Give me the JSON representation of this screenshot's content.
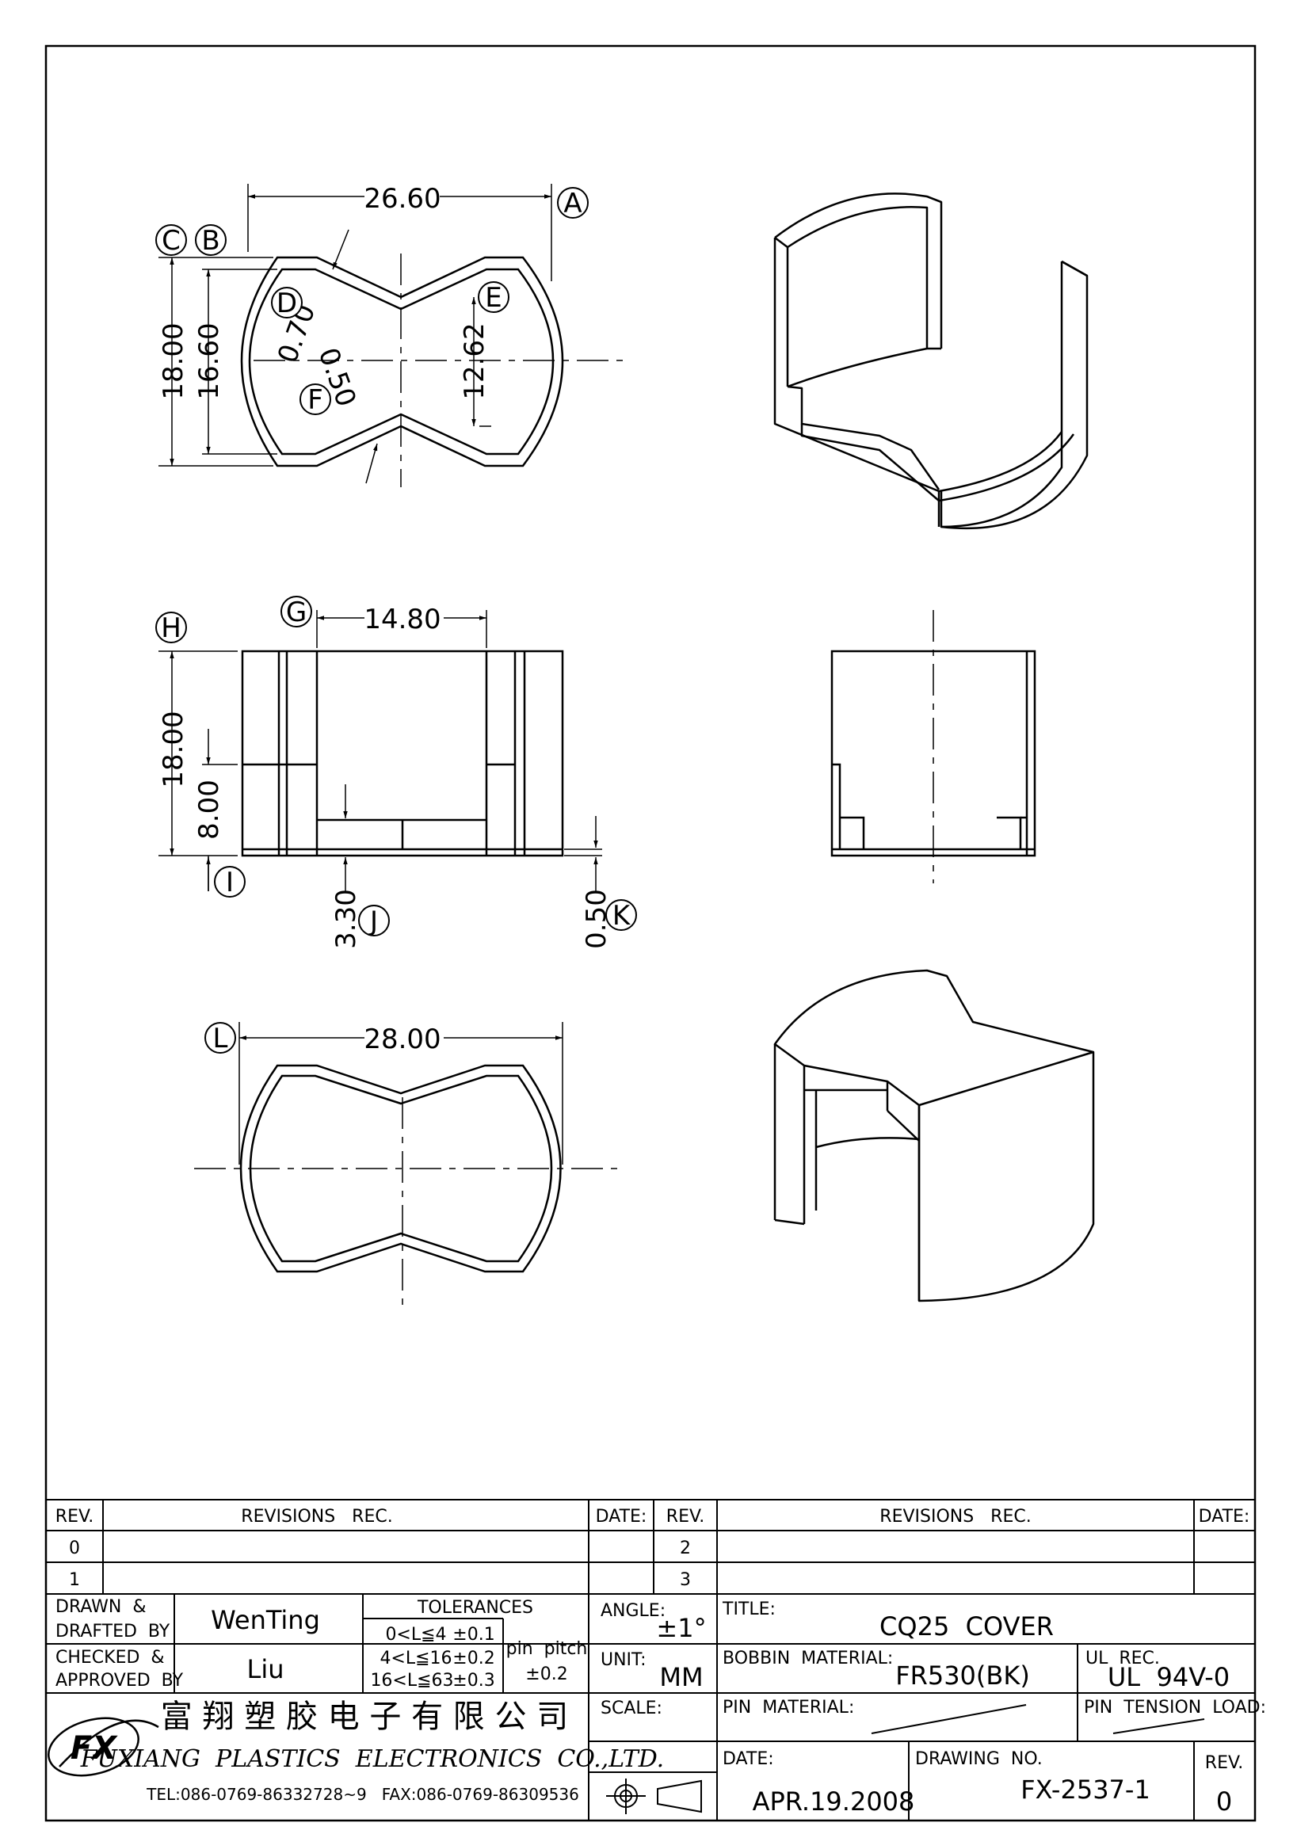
{
  "views": {
    "top": {
      "dims": {
        "width": "26.60",
        "outer_h": "18.00",
        "inner_h": "16.60",
        "waist": "12.62",
        "wall_d": "0.70",
        "wall_f": "0.50"
      },
      "labels": {
        "a": "A",
        "b": "B",
        "c": "C",
        "d": "D",
        "e": "E",
        "f": "F"
      }
    },
    "front": {
      "dims": {
        "gap": "14.80",
        "height": "18.00",
        "mid": "8.00",
        "floor": "3.30",
        "base": "0.50"
      },
      "labels": {
        "g": "G",
        "h": "H",
        "i": "I",
        "j": "J",
        "k": "K"
      }
    },
    "bottom": {
      "dims": {
        "width": "28.00"
      },
      "labels": {
        "l": "L"
      }
    }
  },
  "revisions": {
    "headers": {
      "rev": "REV.",
      "rec": "REVISIONS   REC.",
      "date": "DATE:"
    },
    "left_revs": [
      "0",
      "1"
    ],
    "right_revs": [
      "2",
      "3"
    ]
  },
  "title_block": {
    "drawn_label": [
      "DRAWN  &",
      "DRAFTED  BY"
    ],
    "drawn_value": "WenTing",
    "checked_label": [
      "CHECKED  &",
      "APPROVED  BY"
    ],
    "checked_value": "Liu",
    "tolerances_title": "TOLERANCES",
    "tolerance_rows": [
      {
        "range": "0<L≦4",
        "tol": "±0.1"
      },
      {
        "range": "4<L≦16",
        "tol": "±0.2"
      },
      {
        "range": "16<L≦63",
        "tol": "±0.3"
      }
    ],
    "pin_pitch_label": "pin  pitch",
    "pin_pitch_value": "±0.2",
    "angle_label": "ANGLE:",
    "angle_value": "±1°",
    "unit_label": "UNIT:",
    "unit_value": "MM",
    "scale_label": "SCALE:",
    "title_label": "TITLE:",
    "title_value": "CQ25  COVER",
    "bobbin_material_label": "BOBBIN  MATERIAL:",
    "bobbin_material_value": "FR530(BK)",
    "ul_label": "UL  REC.",
    "ul_value": "UL  94V-0",
    "pin_material_label": "PIN  MATERIAL:",
    "pin_tension_label": "PIN  TENSION  LOAD:",
    "date_label": "DATE:",
    "date_value": "APR.19.2008",
    "drawing_no_label": "DRAWING  NO.",
    "drawing_no_value": "FX-2537-1",
    "rev_label": "REV.",
    "rev_value": "0",
    "company_cn": "富 翔 塑 胶 电 子 有 限 公 司",
    "company_en": "FUXIANG  PLASTICS  ELECTRONICS  CO.,LTD.",
    "contact": "TEL:086-0769-86332728~9   FAX:086-0769-86309536",
    "logo_text": "FX"
  }
}
